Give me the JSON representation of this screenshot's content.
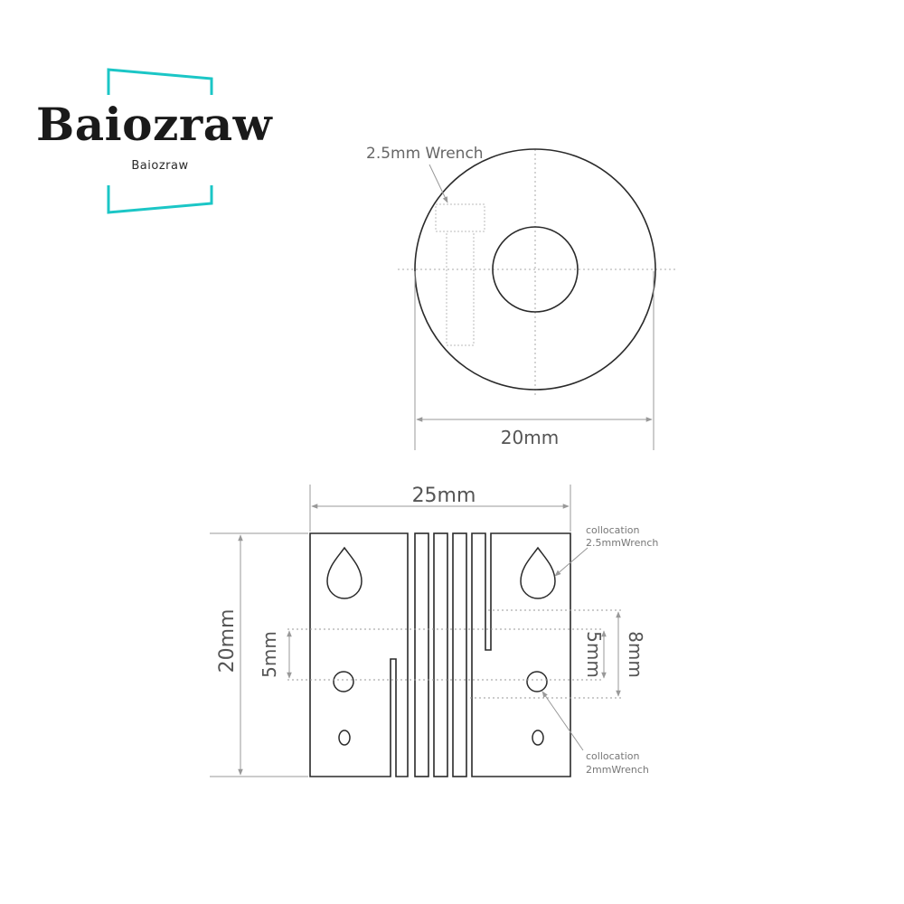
{
  "brand": {
    "title": "Baiozraw",
    "subtitle": "Baiozraw",
    "accent_color": "#1bc6c6"
  },
  "top_view": {
    "wrench_label": "2.5mm Wrench",
    "diameter_label": "20mm"
  },
  "side_view": {
    "width_label": "25mm",
    "height_label": "20mm",
    "left_spacing_label": "5mm",
    "right_spacing_label": "5mm",
    "right_offset_label": "8mm",
    "note_top": {
      "line1": "collocation",
      "line2": "2.5mmWrench"
    },
    "note_bottom": {
      "line1": "collocation",
      "line2": "2mmWrench"
    }
  },
  "colors": {
    "outline": "#2a2a2a",
    "dimension": "#999999",
    "label": "#666666"
  }
}
